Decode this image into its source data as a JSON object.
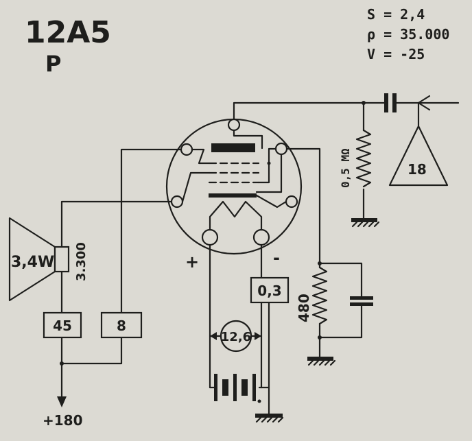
{
  "tube": {
    "type": "12A5",
    "class": "P"
  },
  "params": {
    "s": "S = 2,4",
    "p": "ρ = 35.000",
    "v": "V = -25"
  },
  "speaker": {
    "power": "3,4W",
    "impedance": "3.300"
  },
  "resistors": {
    "grid": "0,5 MΩ",
    "cathode": "480"
  },
  "boxes": {
    "b45": "45",
    "b8": "8",
    "b03": "0,3"
  },
  "heater_voltage": "12,6",
  "driver_stage": "18",
  "polarity": {
    "plus": "+",
    "minus": "-"
  },
  "supply": "+180"
}
